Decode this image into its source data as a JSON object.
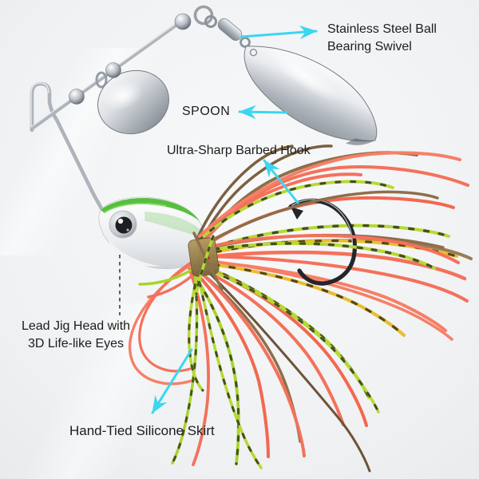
{
  "annotations": {
    "swivel": {
      "lines": [
        "Stainless Steel Ball",
        "Bearing Swivel"
      ]
    },
    "spoon": {
      "label": "SPOON"
    },
    "hook": {
      "label": "Ultra-Sharp Barbed Hook"
    },
    "jig_head": {
      "lines": [
        "Lead Jig Head with",
        "3D Life-like Eyes"
      ]
    },
    "skirt": {
      "label": "Hand-Tied Silicone Skirt"
    }
  },
  "colors": {
    "annotation_arrow": "#3bd6f0",
    "leader_line": "#3c3c3c",
    "label_text": "#1c1c1c",
    "skirt_coral": "#f4715b",
    "skirt_chartreuse": "#b6d934",
    "skirt_olive_brown": "#8d6f4b",
    "skirt_yellow": "#e9bd2e",
    "head_green": "#57bf3f",
    "metal": "#c9ced4"
  }
}
